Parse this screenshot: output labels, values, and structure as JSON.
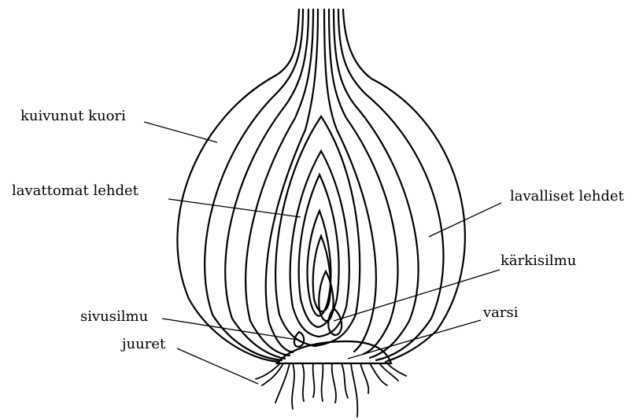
{
  "diagram": {
    "labels": {
      "kuivunut_kuori": "kuivunut kuori",
      "lavattomat_lehdet": "lavattomat lehdet",
      "lavalliset_lehdet": "lavalliset lehdet",
      "karkisilmu": "kärkisilmu",
      "sivusilmu": "sivusilmu",
      "varsi": "varsi",
      "juuret": "juuret"
    }
  }
}
